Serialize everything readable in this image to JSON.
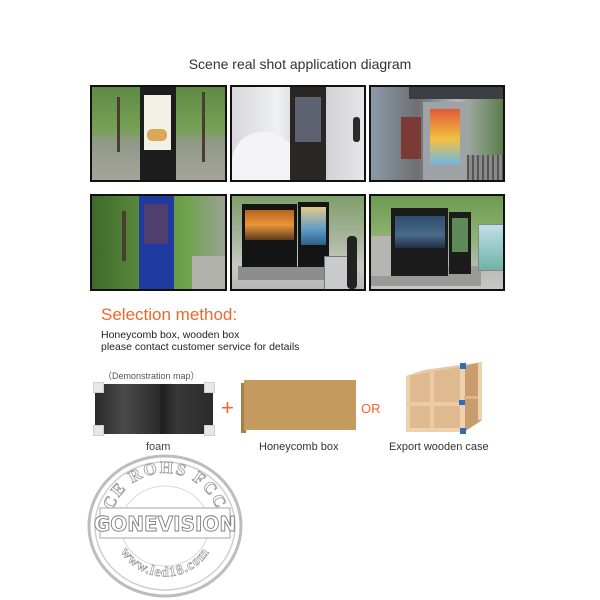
{
  "header": {
    "title": "Scene real shot application diagram"
  },
  "photos": [
    {
      "id": "photo-1",
      "description": "Outdoor kiosk totem in park plaza"
    },
    {
      "id": "photo-2",
      "description": "Outdoor kiosk in snow"
    },
    {
      "id": "photo-3",
      "description": "Bus shelter digital signage"
    },
    {
      "id": "photo-4",
      "description": "Blue outdoor totem on lawn"
    },
    {
      "id": "photo-5",
      "description": "Dual outdoor displays with kiosk"
    },
    {
      "id": "photo-6",
      "description": "Dual outdoor displays in park"
    }
  ],
  "selection": {
    "title": "Selection method:",
    "lines": [
      "Honeycomb box, wooden box",
      "please contact customer service for details"
    ]
  },
  "packaging": {
    "demo_label": "（Demonstration map）",
    "foam_label": "foam",
    "plus_symbol": "+",
    "honeycomb_label": "Honeycomb box",
    "or_label": "OR",
    "wooden_label": "Export wooden case"
  },
  "watermark": {
    "top_text": "CE ROHS FCC",
    "brand": "GONEVISION",
    "url": "www.led18.com"
  },
  "colors": {
    "accent": "#f0662c",
    "honeycomb": "#c49a5f",
    "wood": "#d9b48c",
    "crate_clip": "#2f6bbd"
  }
}
